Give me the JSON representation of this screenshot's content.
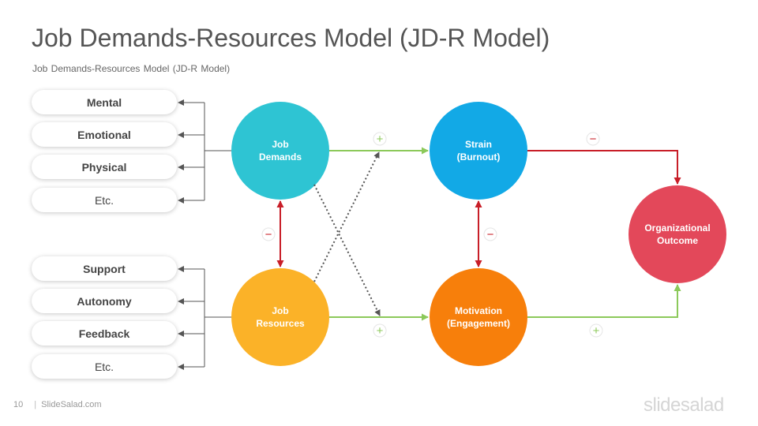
{
  "title": "Job Demands-Resources Model (JD-R Model)",
  "subtitle": "Job Demands-Resources Model (JD-R Model)",
  "demand_items": [
    {
      "label": "Mental",
      "bold": true
    },
    {
      "label": "Emotional",
      "bold": true
    },
    {
      "label": "Physical",
      "bold": true
    },
    {
      "label": "Etc.",
      "bold": false
    }
  ],
  "resource_items": [
    {
      "label": "Support",
      "bold": true
    },
    {
      "label": "Autonomy",
      "bold": true
    },
    {
      "label": "Feedback",
      "bold": true
    },
    {
      "label": "Etc.",
      "bold": false
    }
  ],
  "nodes": {
    "job_demands": {
      "label": "Job\nDemands",
      "color": "#2ec4d3"
    },
    "job_resources": {
      "label": "Job\nResources",
      "color": "#fbb228"
    },
    "strain": {
      "label": "Strain\n(Burnout)",
      "color": "#12a9e6"
    },
    "motivation": {
      "label": "Motivation\n(Engagement)",
      "color": "#f77f0b"
    },
    "outcome": {
      "label": "Organizational\nOutcome",
      "color": "#e3485a"
    }
  },
  "signs": {
    "plus": "+",
    "minus": "−"
  },
  "colors": {
    "positive": "#8cc95a",
    "negative": "#c81e28",
    "neutral": "#555555",
    "dotted": "#555555"
  },
  "footer": {
    "page_number": "10",
    "source": "SlideSalad.com"
  },
  "logo": "slidesalad"
}
